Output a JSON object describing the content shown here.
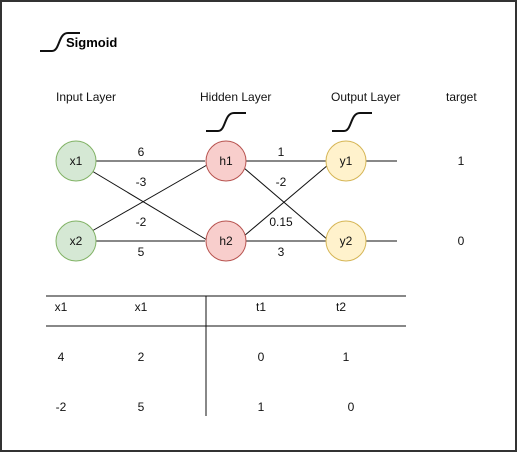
{
  "title": "Sigmoid",
  "layers": {
    "input": "Input Layer",
    "hidden": "Hidden Layer",
    "output": "Output Layer",
    "target": "target"
  },
  "nodes": {
    "x1": "x1",
    "x2": "x2",
    "h1": "h1",
    "h2": "h2",
    "y1": "y1",
    "y2": "y2"
  },
  "weights": {
    "x1_h1": "6",
    "x1_h2": "-3",
    "x2_h1": "-2",
    "x2_h2": "5",
    "h1_y1": "1",
    "h1_y2": "-2",
    "h2_y1": "0.15",
    "h2_y2": "3"
  },
  "targets": {
    "y1": "1",
    "y2": "0"
  },
  "table": {
    "headers": [
      "x1",
      "x1",
      "t1",
      "t2"
    ],
    "rows": [
      [
        "4",
        "2",
        "0",
        "1"
      ],
      [
        "-2",
        "5",
        "1",
        "0"
      ]
    ]
  },
  "colors": {
    "border": "#333333",
    "input_fill": "#d5e8d4",
    "input_stroke": "#82b366",
    "hidden_fill": "#f8cecc",
    "hidden_stroke": "#b85450",
    "output_fill": "#fff2cc",
    "output_stroke": "#d6b656"
  },
  "icons": [
    "sigmoid-curve-icon"
  ]
}
